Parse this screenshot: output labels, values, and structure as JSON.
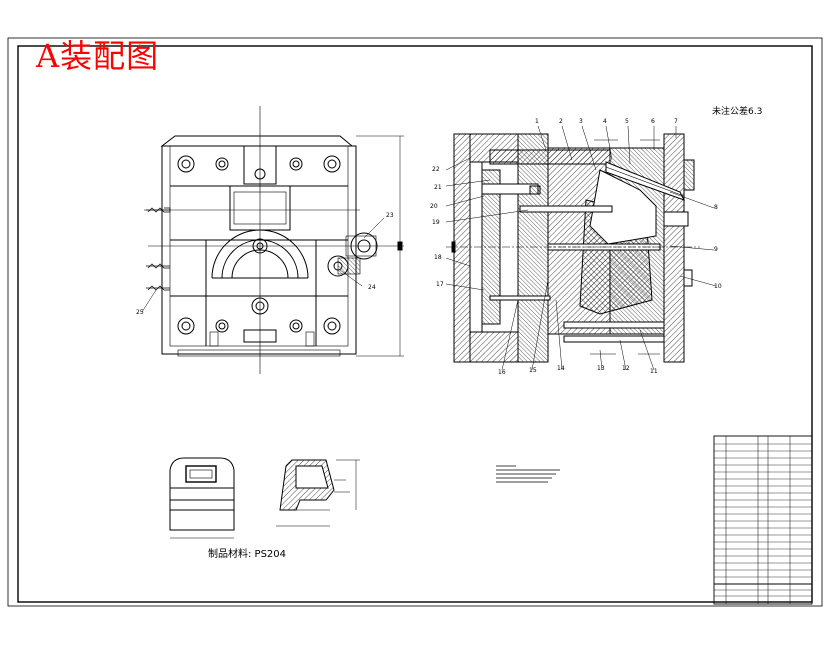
{
  "drawing": {
    "title": "A装配图",
    "tolerance_note": "未注公差6.3",
    "material_label": "制品材料: PS204",
    "callouts_section": [
      "1",
      "2",
      "3",
      "4",
      "5",
      "6",
      "7",
      "8",
      "9",
      "10",
      "11",
      "12",
      "13",
      "14",
      "15",
      "16",
      "17",
      "18",
      "19",
      "20",
      "21",
      "22"
    ],
    "callouts_plan": [
      "23",
      "24",
      "25"
    ],
    "colors": {
      "title": "#ff0000",
      "line": "#000000",
      "hatch": "#000000",
      "background": "#ffffff"
    }
  }
}
